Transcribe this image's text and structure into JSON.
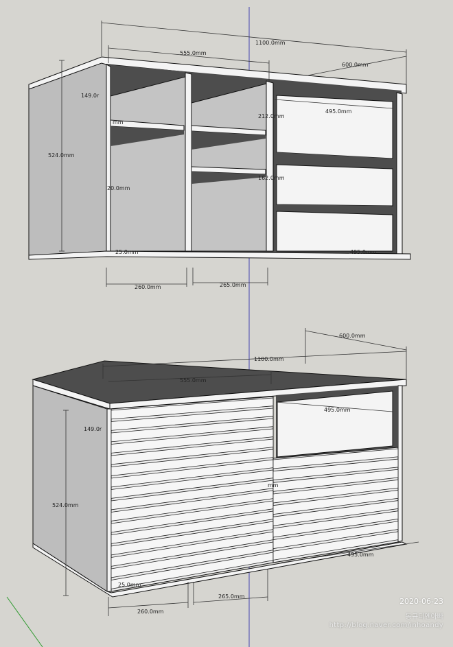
{
  "dimensions": {
    "top": {
      "total_width": "1100.0mm",
      "left_section": "555.0mm",
      "depth": "600.0mm",
      "height": "524.0mm",
      "drawer_front_height": "212.0mm",
      "drawer_width": "495.0mm",
      "drawer_mid_height": "162.0mm",
      "top_gap": "149.0r",
      "shelf_gap": "20.0mm",
      "shelf_thickness": "mm",
      "base_offset": "25.0mm",
      "bottom_drawer_width": "495.0mm",
      "bay_left": "260.0mm",
      "bay_right": "265.0mm"
    },
    "bottom": {
      "depth": "600.0mm",
      "total_width": "1100.0mm",
      "left_section": "555.0mm",
      "drawer_width": "495.0mm",
      "top_gap": "149.0r",
      "height": "524.0mm",
      "inner_mark": "mm",
      "base_offset": "25.0mm",
      "bottom_depth_width": "495.0mm",
      "bay_left": "260.0mm",
      "bay_right": "265.0mm"
    }
  },
  "watermark": {
    "date": "2020-06-23",
    "author": "동규디엔아빠",
    "url": "http://blog.naver.com/inhoandy"
  },
  "colors": {
    "background": "#d6d5d0",
    "panel_light": "#f4f4f4",
    "panel_gray": "#bdbdbd",
    "panel_dark": "#4d4d4d",
    "axis_blue": "#4545b0",
    "axis_green": "#2f9a2f"
  },
  "louver_count": 16
}
